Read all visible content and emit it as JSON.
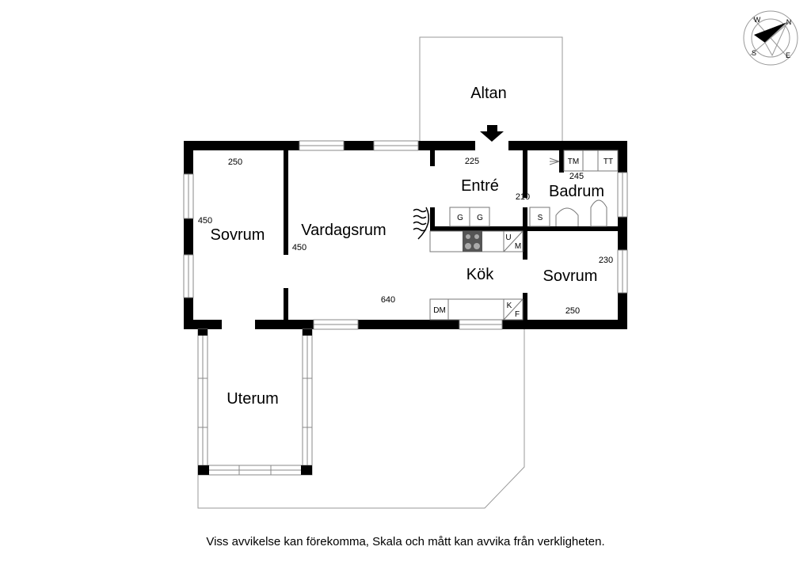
{
  "rooms": {
    "altan": "Altan",
    "entre": "Entré",
    "badrum": "Badrum",
    "vardagsrum": "Vardagsrum",
    "sovrum_left": "Sovrum",
    "sovrum_right": "Sovrum",
    "kok": "Kök",
    "uterum": "Uterum"
  },
  "dimensions": {
    "sovrum_left_width": "250",
    "sovrum_left_depth": "450",
    "vardagsrum_depth": "450",
    "vardagsrum_width": "640",
    "entre_width": "225",
    "entre_depth": "210",
    "badrum_width": "245",
    "sovrum_right_depth": "230",
    "sovrum_right_width": "250"
  },
  "fixtures": {
    "tm": "TM",
    "tt": "TT",
    "g1": "G",
    "g2": "G",
    "s": "S",
    "u": "U",
    "m": "M",
    "dm": "DM",
    "k": "K",
    "f": "F"
  },
  "compass": {
    "n": "N",
    "e": "E",
    "s": "S",
    "w": "W"
  },
  "disclaimer": "Viss avvikelse kan förekomma, Skala och mått kan avvika från verkligheten."
}
